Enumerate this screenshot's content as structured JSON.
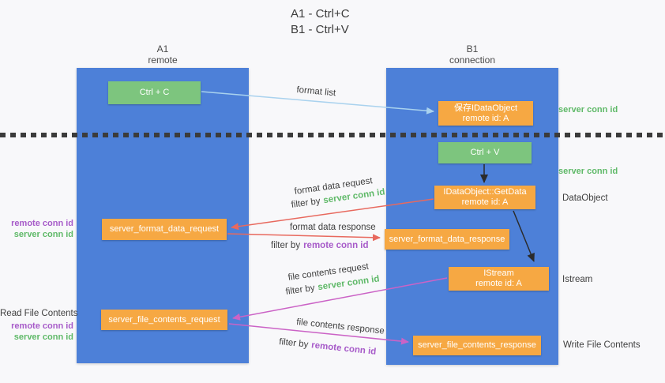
{
  "title": {
    "line1": "A1 - Ctrl+C",
    "line2": "B1 - Ctrl+V"
  },
  "columns": {
    "left": {
      "name": "A1",
      "subtitle": "remote"
    },
    "right": {
      "name": "B1",
      "subtitle": "connection"
    }
  },
  "nodes": {
    "ctrl_c": {
      "label": "Ctrl + C"
    },
    "save_dataobject": {
      "line1": "保存IDataObject",
      "line2": "remote id: A"
    },
    "ctrl_v": {
      "label": "Ctrl + V"
    },
    "getdata": {
      "line1": "IDataObject::GetData",
      "line2": "remote id: A"
    },
    "server_format_data_request": {
      "label": "server_format_data_request"
    },
    "server_format_data_response": {
      "label": "server_format_data_response"
    },
    "istream": {
      "line1": "IStream",
      "line2": "remote id: A"
    },
    "server_file_contents_request": {
      "label": "server_file_contents_request"
    },
    "server_file_contents_response": {
      "label": "server_file_contents_response"
    }
  },
  "annotations": {
    "right": {
      "server_conn_id_top": "server conn id",
      "server_conn_id_mid": "server conn id",
      "dataobject": "DataObject",
      "istream": "Istream",
      "write_file_contents": "Write File Contents"
    },
    "left": {
      "remote_conn_id_1": "remote conn id",
      "server_conn_id_1": "server conn id",
      "read_file_contents": "Read File Contents",
      "remote_conn_id_2": "remote conn id",
      "server_conn_id_2": "server conn id"
    }
  },
  "arrows": {
    "format_list": {
      "label": "format list"
    },
    "format_data_request": {
      "label": "format data request",
      "filter_prefix": "filter by",
      "filter_key": "server conn id"
    },
    "format_data_response": {
      "label": "format data response",
      "filter_prefix": "filter by",
      "filter_key": "remote conn id"
    },
    "file_contents_request": {
      "label": "file contents request",
      "filter_prefix": "filter by",
      "filter_key": "server conn id"
    },
    "file_contents_response": {
      "label": "file contents response",
      "filter_prefix": "filter by",
      "filter_key": "remote conn id"
    }
  },
  "colors": {
    "column_blue": "#4d80d8",
    "node_green": "#7dc57e",
    "node_orange": "#f6a843",
    "conn_id_green": "#5fb968",
    "conn_id_purple": "#a75bc9",
    "arrow_light_blue": "#a9d2ee",
    "arrow_red": "#e8695e",
    "arrow_magenta": "#cb63c6",
    "arrow_black": "#2b2b2b",
    "text_dark": "#3f3f3f",
    "background": "#f8f8fa"
  }
}
